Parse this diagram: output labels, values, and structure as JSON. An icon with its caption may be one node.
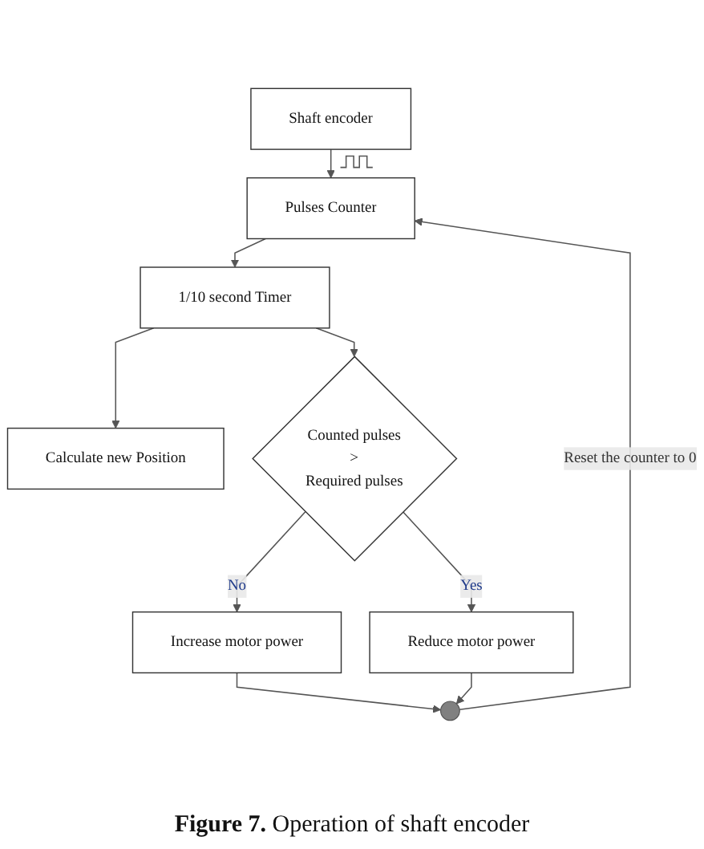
{
  "diagram": {
    "caption": "**Figure 7.** Operation of shaft encoder",
    "nodes": [
      {
        "text": [
          "Pulses Counter"
        ]
      },
      {
        "text": [
          "Shaft encoder"
        ]
      },
      {
        "text": [
          "1/10 second Timer"
        ]
      },
      {
        "text": [
          "Calculate new Position"
        ]
      },
      {
        "text": [
          "Counted pulses",
          ">",
          "Required pulses"
        ]
      },
      {
        "text": [
          "Reduce  motor power"
        ]
      },
      {
        "text": [
          "Increase motor power"
        ]
      },
      {
        "text": [],
        "shape": "circle"
      }
    ],
    "edges": [
      {
        "from": 1,
        "to": 0,
        "arrow": "to"
      },
      {
        "from": 0,
        "to": 2,
        "arrow": "to"
      },
      {
        "from": 2,
        "to": 4,
        "arrow": "to"
      },
      {
        "from": 2,
        "to": 3,
        "arrow": "to"
      },
      {
        "from": 4,
        "to": 5,
        "arrow": "to",
        "label": "Yes"
      },
      {
        "from": 4,
        "to": 6,
        "arrow": "to",
        "label": "No"
      },
      {
        "from": 6,
        "to": 7,
        "arrow": "to"
      },
      {
        "from": 5,
        "to": 7,
        "arrow": "to"
      },
      {
        "from": 7,
        "to": 0,
        "arrow": "to",
        "label": "Reset the counter to 0"
      }
    ]
  }
}
